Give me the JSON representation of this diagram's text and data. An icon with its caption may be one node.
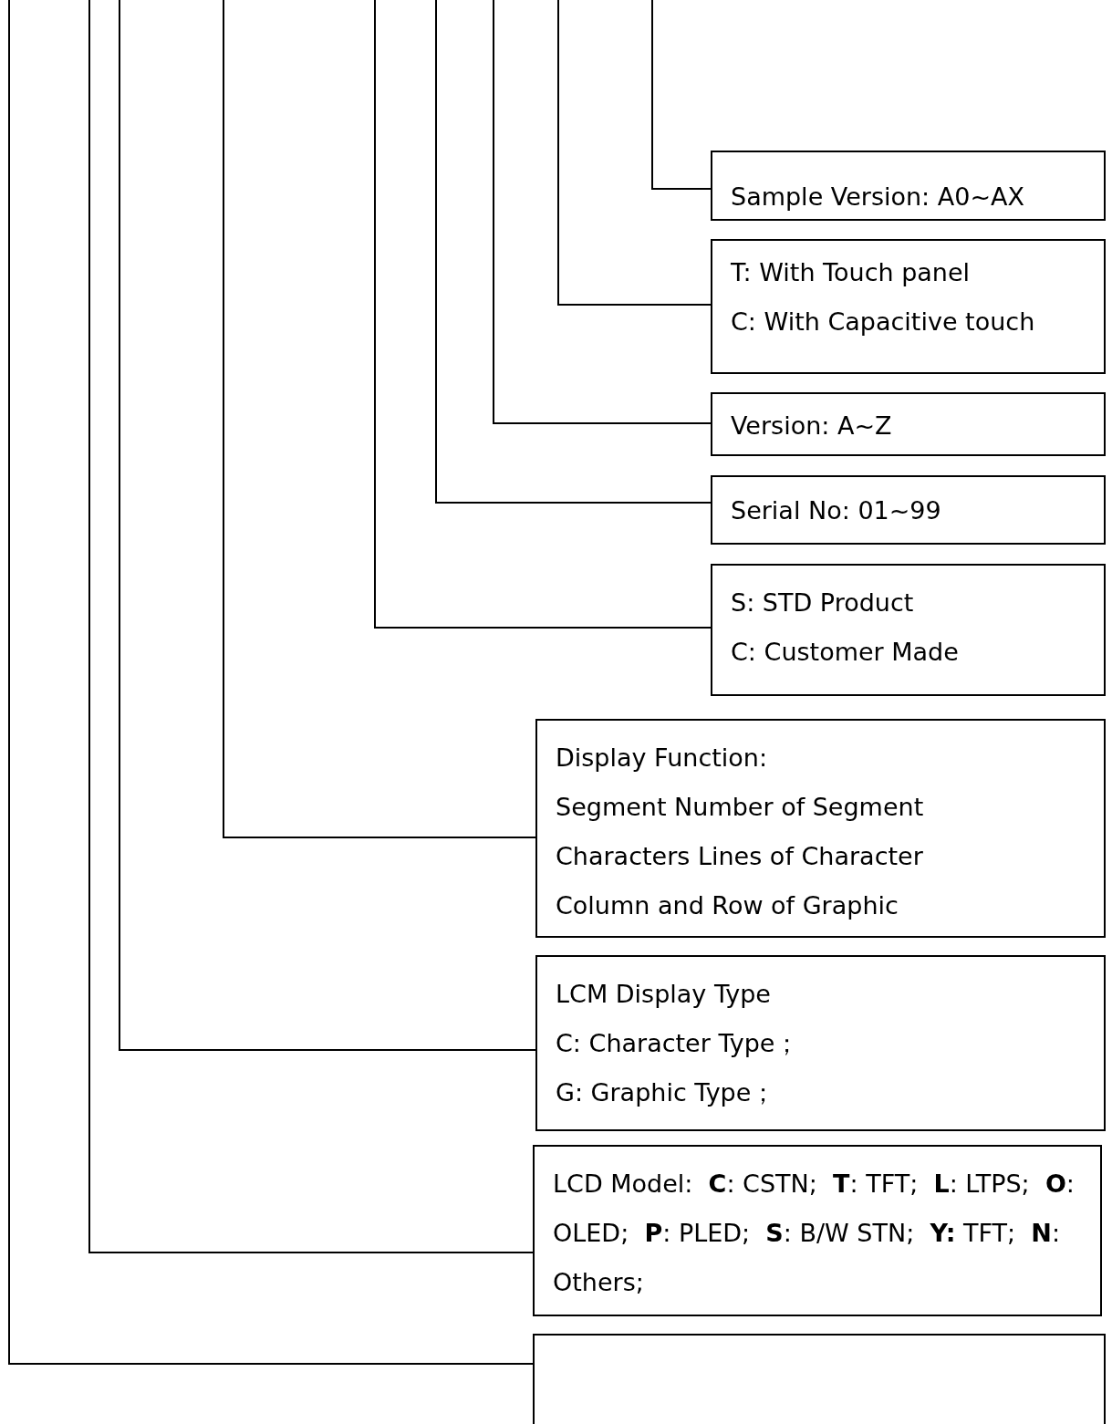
{
  "diagram": {
    "nodes": [
      {
        "text": [
          "Sample Version: A0~AX"
        ]
      },
      {
        "text": [
          "T: With Touch panel",
          "C: With Capacitive touch"
        ]
      },
      {
        "text": [
          "Version: A~Z"
        ]
      },
      {
        "text": [
          "Serial No: 01~99"
        ]
      },
      {
        "text": [
          "S: STD Product",
          "C: Customer Made"
        ]
      },
      {
        "text": [
          "Display Function:",
          "Segment Number of Segment",
          "Characters Lines of Character",
          "Column and Row of Graphic"
        ]
      },
      {
        "text": [
          "LCM Display Type",
          "C: Character Type；",
          "G: Graphic Type；"
        ]
      },
      {
        "text": [
          "LCD Model:  **C**: CSTN;  **T**: TFT;  **L**: LTPS;  **O**: OLED;  **P**: PLED;  **S**: B/W STN;  **Y:** TFT;  **N**: Others;"
        ]
      },
      {
        "text": [],
        "shape": "box"
      }
    ],
    "edges": [
      {
        "from": null,
        "to": 0,
        "arrow": "none"
      },
      {
        "from": null,
        "to": 1,
        "arrow": "none"
      },
      {
        "from": null,
        "to": 2,
        "arrow": "none"
      },
      {
        "from": null,
        "to": 3,
        "arrow": "none"
      },
      {
        "from": null,
        "to": 4,
        "arrow": "none"
      },
      {
        "from": null,
        "to": 5,
        "arrow": "none"
      },
      {
        "from": null,
        "to": 6,
        "arrow": "none"
      },
      {
        "from": null,
        "to": 7,
        "arrow": "none"
      },
      {
        "from": null,
        "to": 8,
        "arrow": "none"
      }
    ]
  }
}
